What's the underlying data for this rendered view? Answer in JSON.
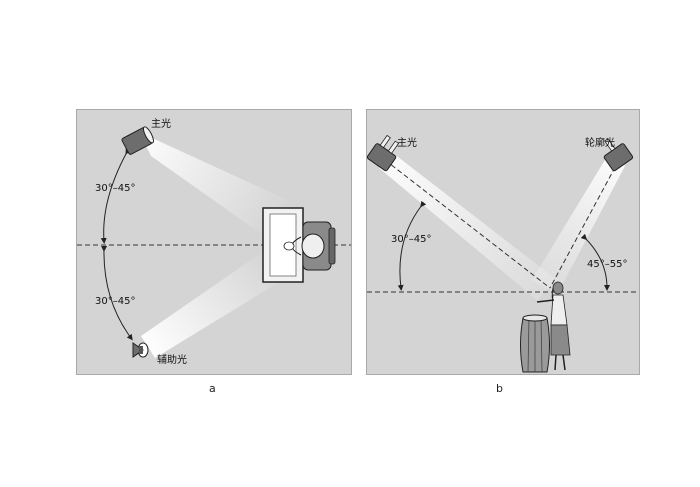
{
  "panel_a": {
    "key_light": "主光",
    "fill_light": "辅助光",
    "angle_upper": "30°–45°",
    "angle_lower": "30°–45°",
    "caption": "a"
  },
  "panel_b": {
    "key_light": "主光",
    "rim_light": "轮廓光",
    "angle_left": "30°–45°",
    "angle_right": "45°–55°",
    "caption": "b"
  },
  "colors": {
    "panel_bg": "#d4d4d4",
    "beam": "#ffffff",
    "lamp": "#6d6d6d",
    "line": "#333333"
  }
}
